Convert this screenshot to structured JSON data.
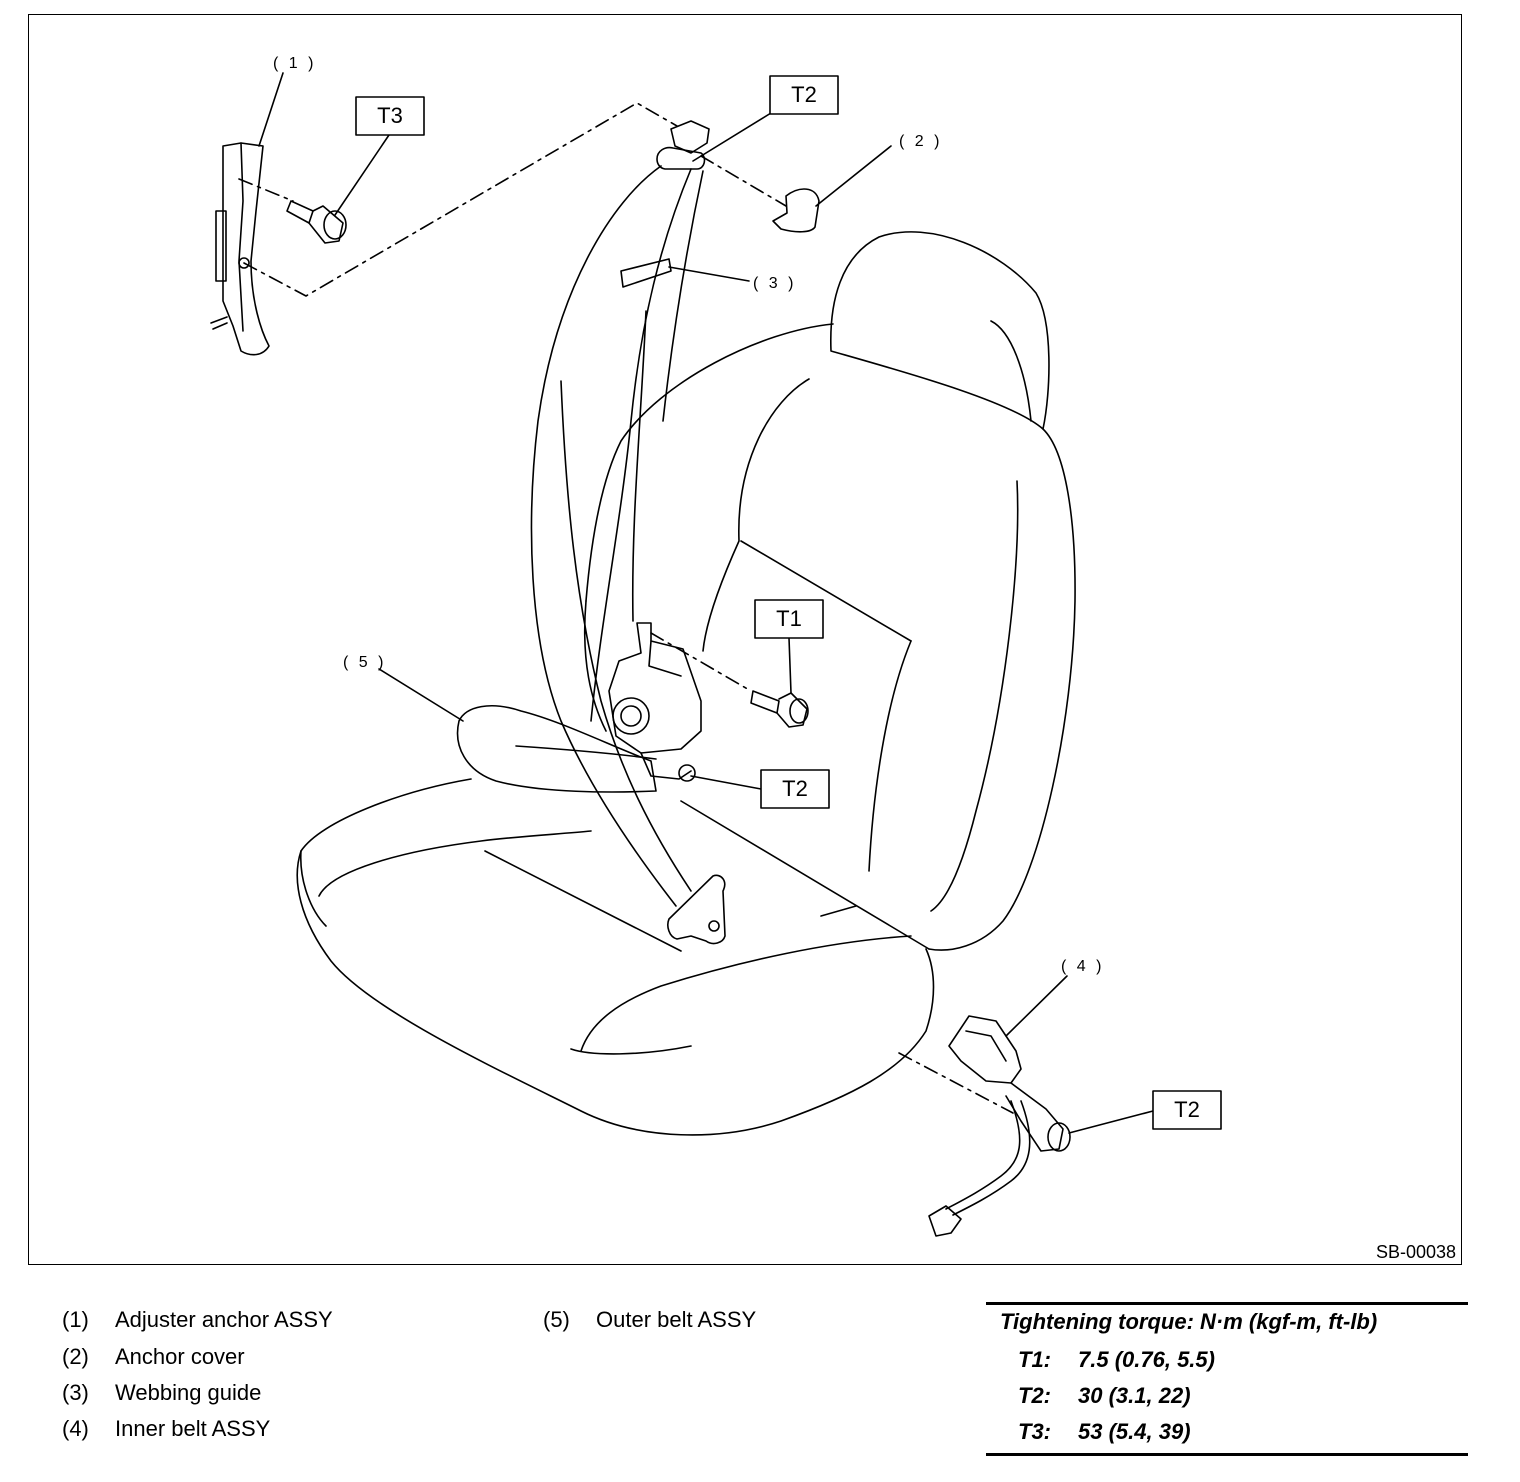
{
  "figure": {
    "callouts": {
      "c1": "( 1 )",
      "c2": "( 2 )",
      "c3": "( 3 )",
      "c4": "( 4 )",
      "c5": "( 5 )"
    },
    "torque_boxes": {
      "t3_top": "T3",
      "t2_top": "T2",
      "t1_mid": "T1",
      "t2_mid": "T2",
      "t2_bottom": "T2"
    },
    "figure_id": "SB-00038"
  },
  "legend": [
    {
      "num": "(1)",
      "label": "Adjuster anchor ASSY"
    },
    {
      "num": "(2)",
      "label": "Anchor cover"
    },
    {
      "num": "(3)",
      "label": "Webbing guide"
    },
    {
      "num": "(4)",
      "label": "Inner belt ASSY"
    },
    {
      "num": "(5)",
      "label": "Outer belt ASSY"
    }
  ],
  "torque_table": {
    "heading": "Tightening torque: N·m (kgf-m, ft-lb)",
    "rows": [
      {
        "code": "T1:",
        "value": "7.5 (0.76, 5.5)"
      },
      {
        "code": "T2:",
        "value": "30 (3.1, 22)"
      },
      {
        "code": "T3:",
        "value": "53 (5.4, 39)"
      }
    ]
  }
}
